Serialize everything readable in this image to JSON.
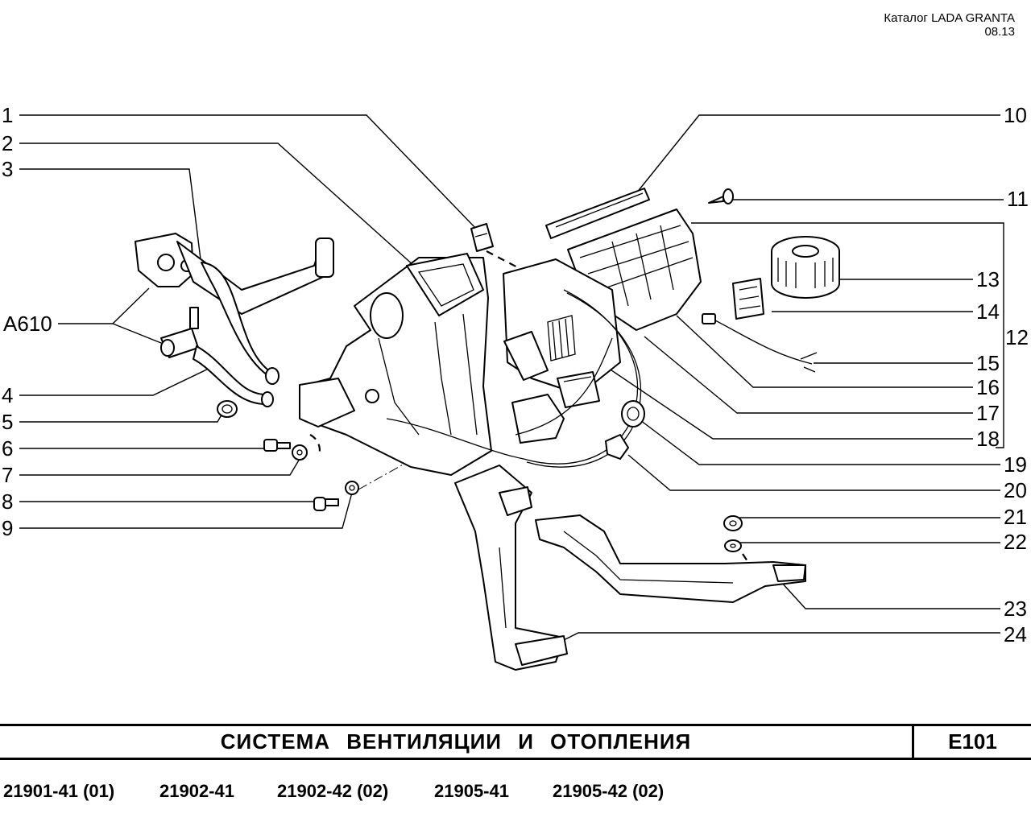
{
  "header": {
    "catalog": "Каталог  LADA  GRANTA",
    "date": "08.13"
  },
  "callouts": {
    "n1": "1",
    "n2": "2",
    "n3": "3",
    "n4": "4",
    "n5": "5",
    "n6": "6",
    "n7": "7",
    "n8": "8",
    "n9": "9",
    "n10": "10",
    "n11": "11",
    "n12": "12",
    "n13": "13",
    "n14": "14",
    "n15": "15",
    "n16": "16",
    "n17": "17",
    "n18": "18",
    "n19": "19",
    "n20": "20",
    "n21": "21",
    "n22": "22",
    "n23": "23",
    "n24": "24",
    "ref": "A610"
  },
  "footer": {
    "title": "СИСТЕМА   ВЕНТИЛЯЦИИ   И   ОТОПЛЕНИЯ",
    "code": "E101",
    "models": [
      "21901-41 (01)",
      "21902-41",
      "21902-42 (02)",
      "21905-41",
      "21905-42 (02)"
    ]
  }
}
